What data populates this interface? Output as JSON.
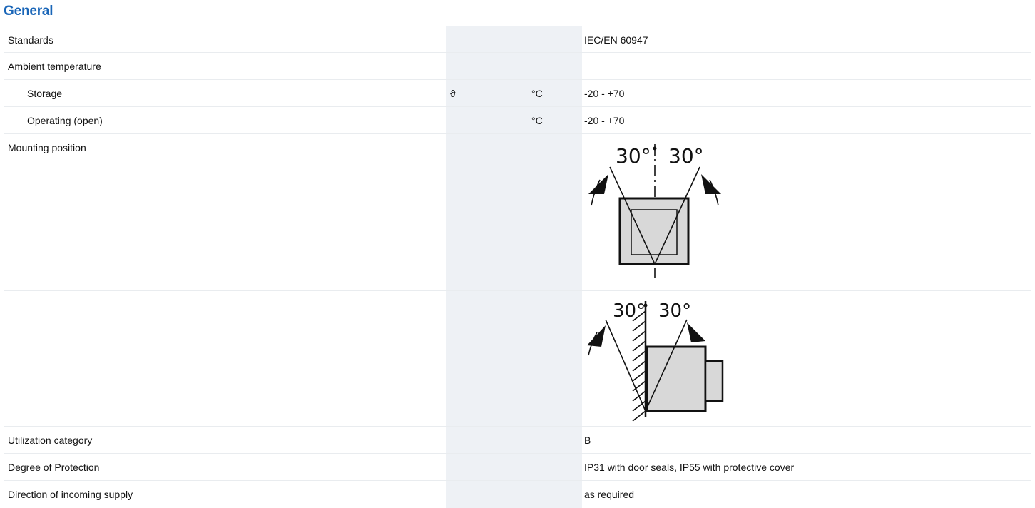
{
  "section": {
    "title": "General"
  },
  "rows": [
    {
      "label": "Standards",
      "symbol": "",
      "unit": "",
      "value": "IEC/EN 60947"
    },
    {
      "label": "Ambient temperature",
      "symbol": "",
      "unit": "",
      "value": ""
    },
    {
      "label": "Storage",
      "symbol": "ϑ",
      "unit": "°C",
      "value": "-20 - +70"
    },
    {
      "label": "Operating (open)",
      "symbol": "",
      "unit": "°C",
      "value": "-20 - +70"
    },
    {
      "label": "Mounting position",
      "symbol": "",
      "unit": "",
      "value": ""
    },
    {
      "label": "",
      "symbol": "",
      "unit": "",
      "value": ""
    },
    {
      "label": "Utilization category",
      "symbol": "",
      "unit": "",
      "value": "B"
    },
    {
      "label": "Degree of Protection",
      "symbol": "",
      "unit": "",
      "value": "IP31 with door seals, IP55 with protective cover"
    },
    {
      "label": "Direction of incoming supply",
      "symbol": "",
      "unit": "",
      "value": "as required"
    }
  ],
  "diagrams": {
    "front": {
      "left_angle": "30°",
      "right_angle": "30°"
    },
    "side": {
      "left_angle": "30°",
      "right_angle": "30°"
    }
  }
}
